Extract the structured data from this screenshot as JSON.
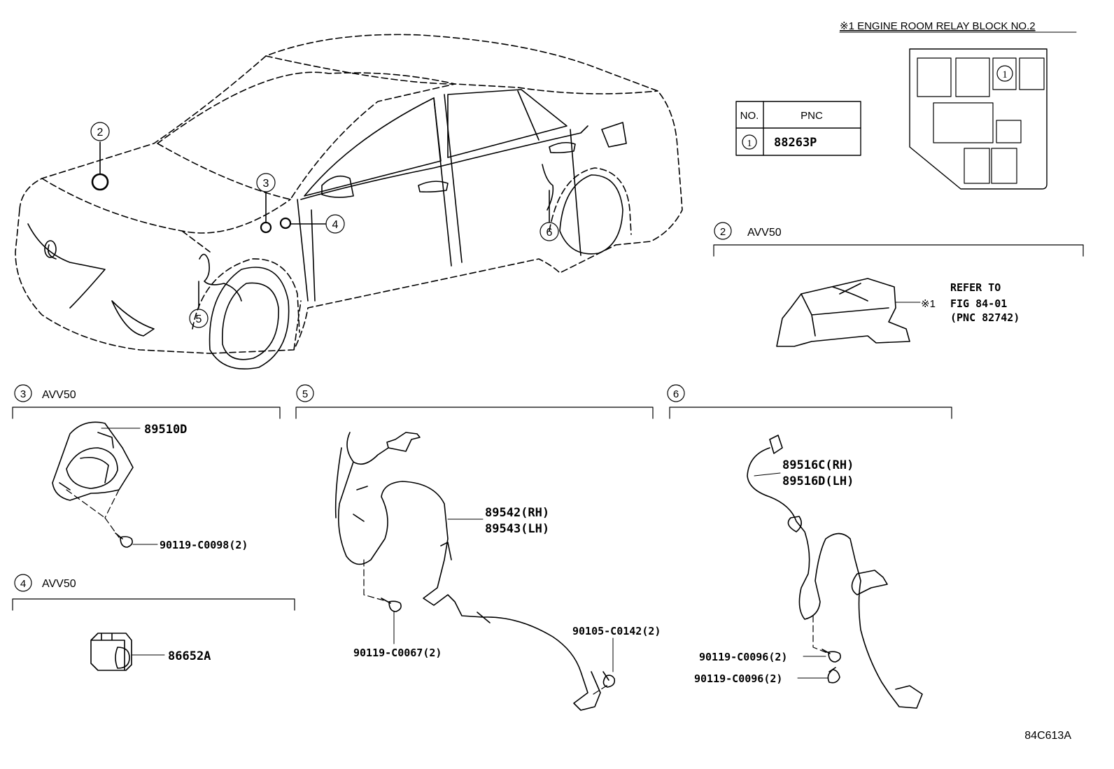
{
  "relay_block": {
    "title": "※1  ENGINE ROOM RELAY BLOCK NO.2",
    "slot_marker": "1"
  },
  "pnc_table": {
    "header_no": "NO.",
    "header_pnc": "PNC",
    "row_no": "1",
    "row_pnc": "88263P"
  },
  "car_callouts": [
    "2",
    "3",
    "4",
    "5",
    "6"
  ],
  "sections": {
    "s2": {
      "marker": "2",
      "label": "AVV50",
      "refer_line1": "REFER TO",
      "refer_mark": "※1",
      "refer_line2": "FIG 84-01",
      "refer_line3": "(PNC 82742)"
    },
    "s3": {
      "marker": "3",
      "label": "AVV50",
      "part_main": "89510D",
      "part_bolt": "90119-C0098(2)"
    },
    "s4": {
      "marker": "4",
      "label": "AVV50",
      "part_main": "86652A"
    },
    "s5": {
      "marker": "5",
      "part_rh": "89542(RH)",
      "part_lh": "89543(LH)",
      "part_bolt_a": "90119-C0067(2)",
      "part_bolt_b": "90105-C0142(2)"
    },
    "s6": {
      "marker": "6",
      "part_rh": "89516C(RH)",
      "part_lh": "89516D(LH)",
      "part_bolt_a": "90119-C0096(2)",
      "part_bolt_b": "90119-C0096(2)"
    }
  },
  "figure_code": "84C613A"
}
